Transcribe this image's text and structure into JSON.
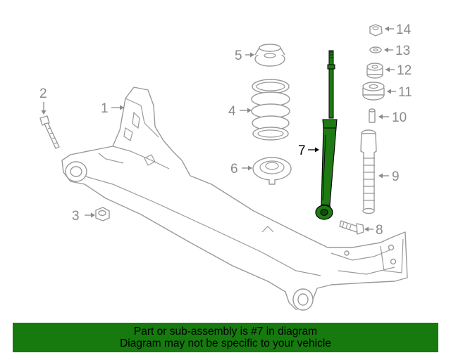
{
  "callouts": {
    "c1": "1",
    "c2": "2",
    "c3": "3",
    "c4": "4",
    "c5": "5",
    "c6": "6",
    "c7": "7",
    "c8": "8",
    "c9": "9",
    "c10": "10",
    "c11": "11",
    "c12": "12",
    "c13": "13",
    "c14": "14"
  },
  "highlight_color": "#1f7a14",
  "banner": {
    "line1": "Part or sub-assembly is #7 in diagram",
    "line2": "Diagram may not be specific to your vehicle",
    "color": "#167a0f"
  }
}
